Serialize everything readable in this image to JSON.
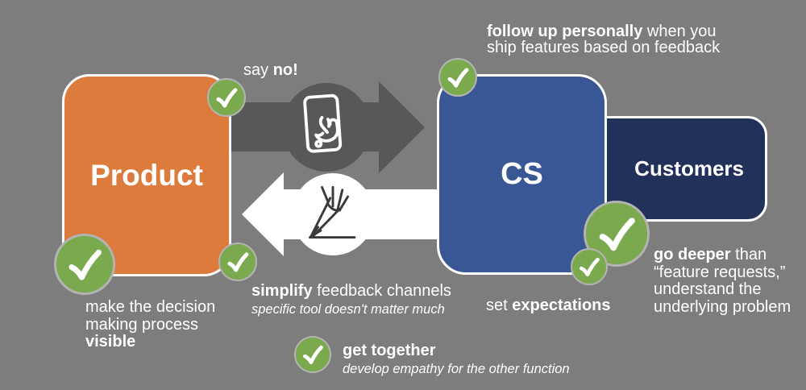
{
  "diagram_title": "Product / CS / Customers feedback loop",
  "colors": {
    "background": "#7d7d7d",
    "product_orange": "#dc7b3c",
    "cs_blue": "#3a5795",
    "customers_navy": "#223159",
    "check_green": "#7aa94e",
    "arrow_dark": "#58585a",
    "arrow_white": "#ffffff",
    "text_white": "#ffffff"
  },
  "nodes": {
    "product": {
      "label": "Product"
    },
    "cs": {
      "label": "CS"
    },
    "customers": {
      "label": "Customers"
    }
  },
  "icons": {
    "checkmark": "green-circle-white-check",
    "tablet_touch": "tablet-with-touch-hand",
    "pencil_sketch": "hand-drawn-pencil"
  },
  "annotations": {
    "say_no": {
      "normal": "say ",
      "bold": "no!"
    },
    "follow_up": {
      "bold": "follow up personally",
      "rest_line1": " when you",
      "line2": "ship features based on feedback"
    },
    "make_visible": {
      "line1": "make the decision",
      "line2": "making process",
      "bold_line3": "visible"
    },
    "simplify": {
      "bold": "simplify",
      "rest": " feedback channels",
      "sub_italic": "specific tool doesn't matter much"
    },
    "set_expectations": {
      "normal": "set ",
      "bold": "expectations"
    },
    "go_deeper": {
      "bold": "go deeper",
      "rest_line1": " than",
      "line2": "“feature requests,”",
      "line3": "understand the",
      "line4": "underlying problem"
    },
    "get_together": {
      "bold": "get together",
      "sub_italic": "develop empathy for the other function"
    }
  }
}
